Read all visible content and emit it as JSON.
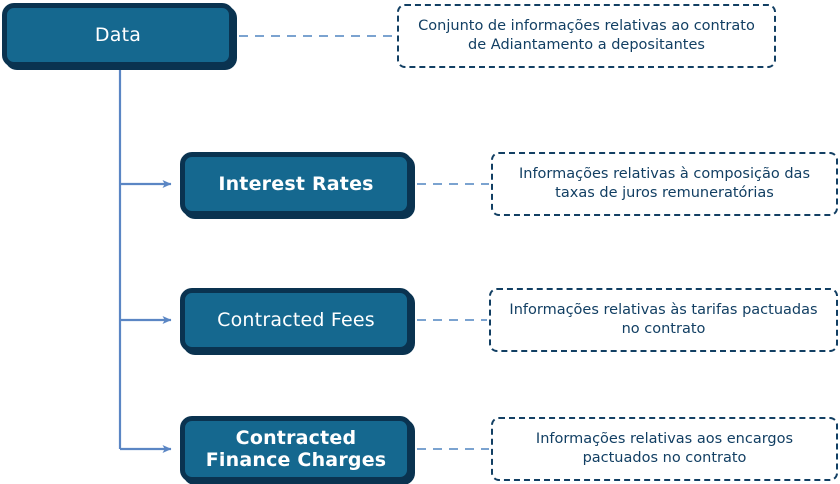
{
  "diagram": {
    "title": "Data structure diagram",
    "colors": {
      "node_fill": "#15688f",
      "node_border": "#0a3350",
      "node_text": "#ffffff",
      "note_border": "#123f63",
      "note_text": "#123f63",
      "connector": "#5b86c4",
      "dashed_connector": "#7ba3d0",
      "background": "#ffffff"
    },
    "nodes": [
      {
        "id": "data",
        "label": "Data"
      },
      {
        "id": "interest_rates",
        "label": "Interest Rates"
      },
      {
        "id": "contracted_fees",
        "label": "Contracted Fees"
      },
      {
        "id": "contracted_finance_charges",
        "label": "Contracted Finance Charges"
      }
    ],
    "notes": [
      {
        "id": "note_data",
        "text": "Conjunto de informações relativas ao contrato de Adiantamento a depositantes"
      },
      {
        "id": "note_interest_rates",
        "text": "Informações relativas à composição das taxas de juros remuneratórias"
      },
      {
        "id": "note_contracted_fees",
        "text": "Informações relativas às tarifas pactuadas no contrato"
      },
      {
        "id": "note_contracted_finance_charges",
        "text": "Informações relativas aos encargos pactuados no contrato"
      }
    ]
  }
}
